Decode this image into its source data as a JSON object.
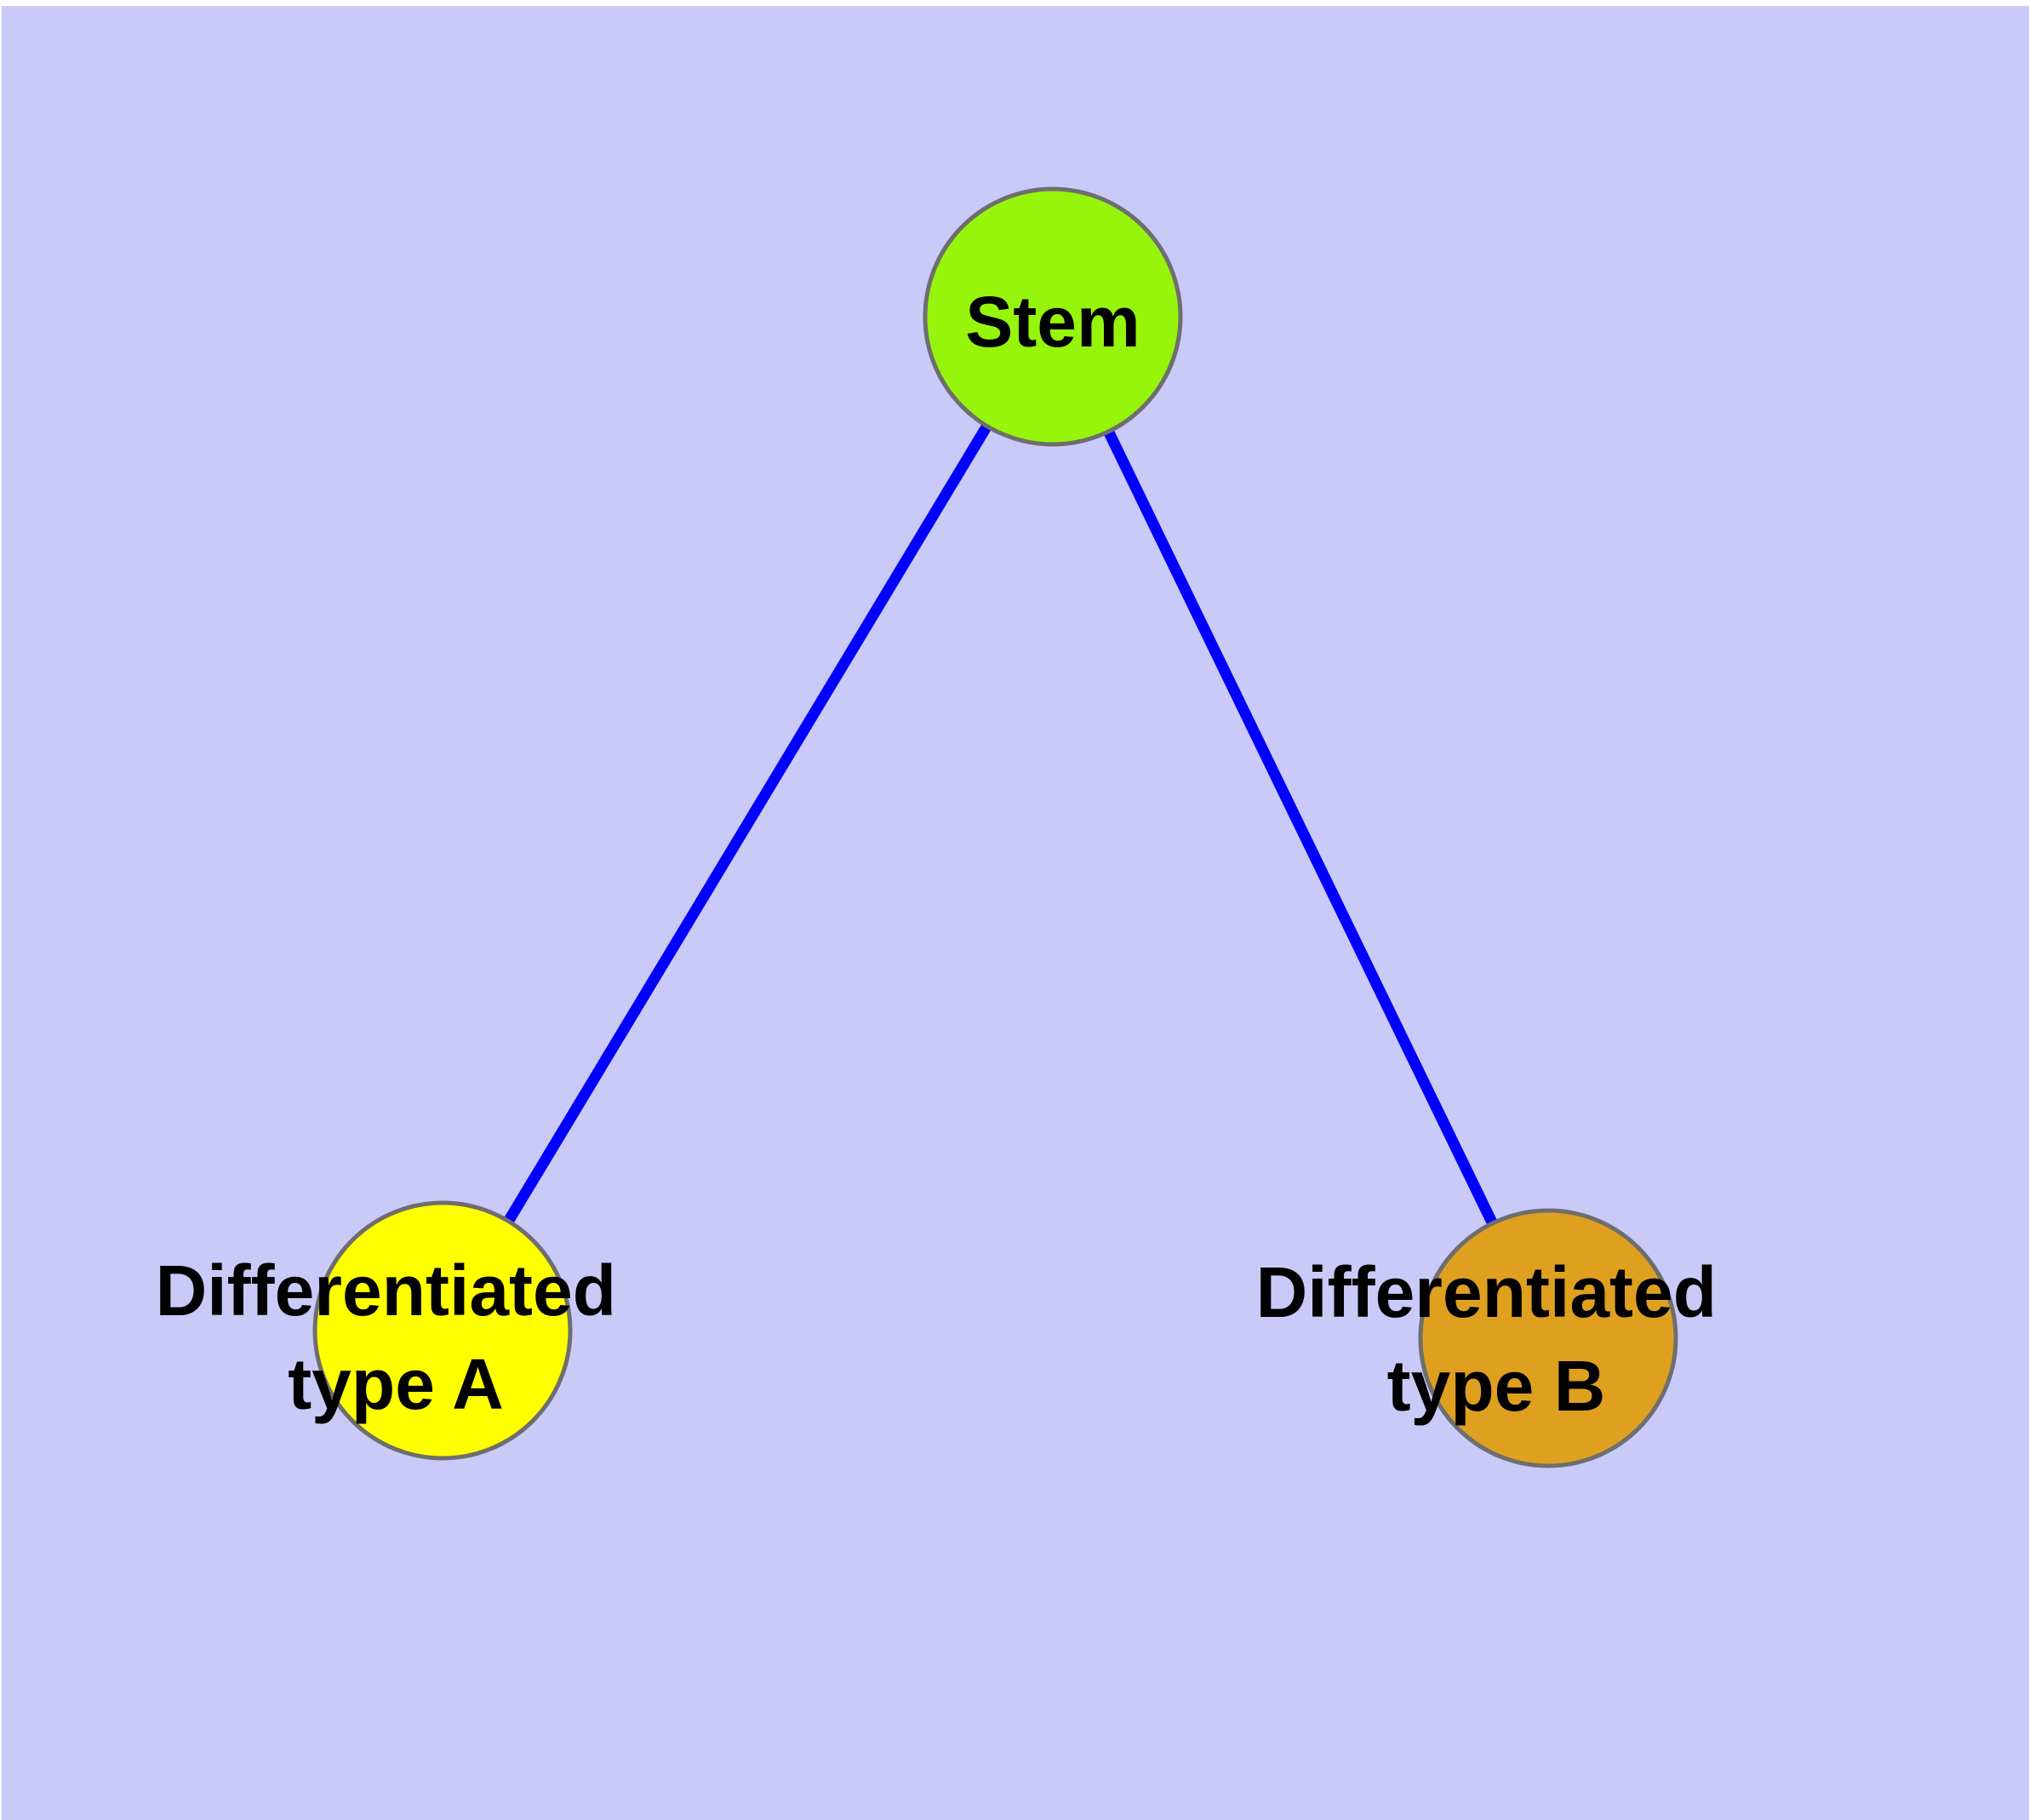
{
  "graph": {
    "background_color": "#CACAF8",
    "margin_color": "#FFFFFF",
    "edge_color": "#0000FB",
    "node_border_color": "#6E6E6E",
    "text_color": "#000000",
    "nodes": [
      {
        "id": "stem",
        "lines": [
          "Stem"
        ],
        "fill": "#96F50A"
      },
      {
        "id": "differentiated-type-a",
        "lines": [
          "Differentiated",
          "type A"
        ],
        "fill": "#FFFF00"
      },
      {
        "id": "differentiated-type-b",
        "lines": [
          "Differentiated",
          "type B"
        ],
        "fill": "#DFA020"
      }
    ],
    "edges": [
      {
        "from": "stem",
        "to": "differentiated-type-a"
      },
      {
        "from": "stem",
        "to": "differentiated-type-b"
      }
    ]
  }
}
